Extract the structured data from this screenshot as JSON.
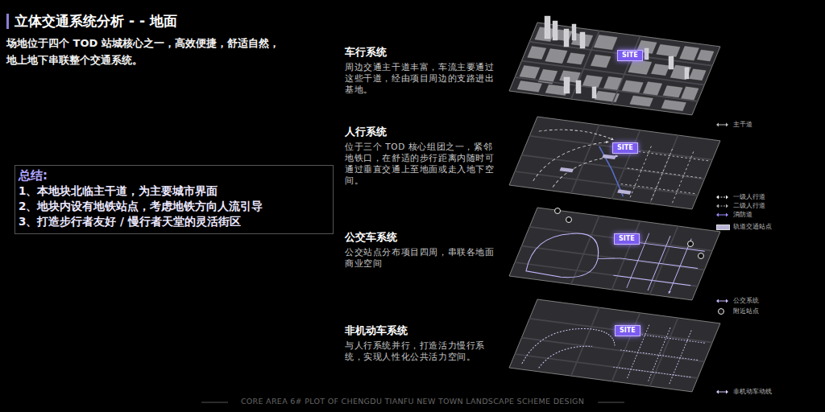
{
  "diagram": {
    "title": "立体交通系统分析 - - 地面",
    "nodes": [
      {
        "text": [
          "总结:",
          "1、本地块北临主干道，为主要城市界面",
          "2、地块内设有地铁站点，考虑地铁方向人流引导",
          "3、打造步行者友好 / 慢行者天堂的灵活街区"
        ]
      },
      {
        "text": [
          "SITE"
        ]
      },
      {
        "text": [
          "SITE"
        ]
      },
      {
        "text": [
          "SITE"
        ]
      },
      {
        "text": [
          "SITE"
        ]
      }
    ],
    "labels": [
      "场地位于四个 TOD 站城核心之一，高效便捷，舒适自然，",
      "地上地下串联整个交通系统。",
      "车行系统",
      "周边交通主干道丰富，车流主要通过这些干道，经由项目周边的支路进出基地。",
      "人行系统",
      "位于三个 TOD 核心组团之一，紧邻地铁口，在舒适的步行距离内随时可通过垂直交通上至地面或走入地下空间。",
      "公交车系统",
      "公交站点分布项目四周，串联各地面商业空间",
      "非机动车系统",
      "与人行系统并行，打造活力慢行系统，实现人性化公共活力空间。",
      "CORE AREA 6# PLOT OF CHENGDU TIANFU NEW TOWN LANDSCAPE SCHEME DESIGN"
    ],
    "legend": [
      {
        "text": "主干道"
      },
      {
        "text": "一级人行道"
      },
      {
        "text": "二级人行道"
      },
      {
        "text": "消防道"
      },
      {
        "text": "轨道交通站点",
        "color": "#b9b3d8"
      },
      {
        "text": "公交系统"
      },
      {
        "text": "附近站点"
      },
      {
        "text": "非机动车动线"
      }
    ]
  }
}
